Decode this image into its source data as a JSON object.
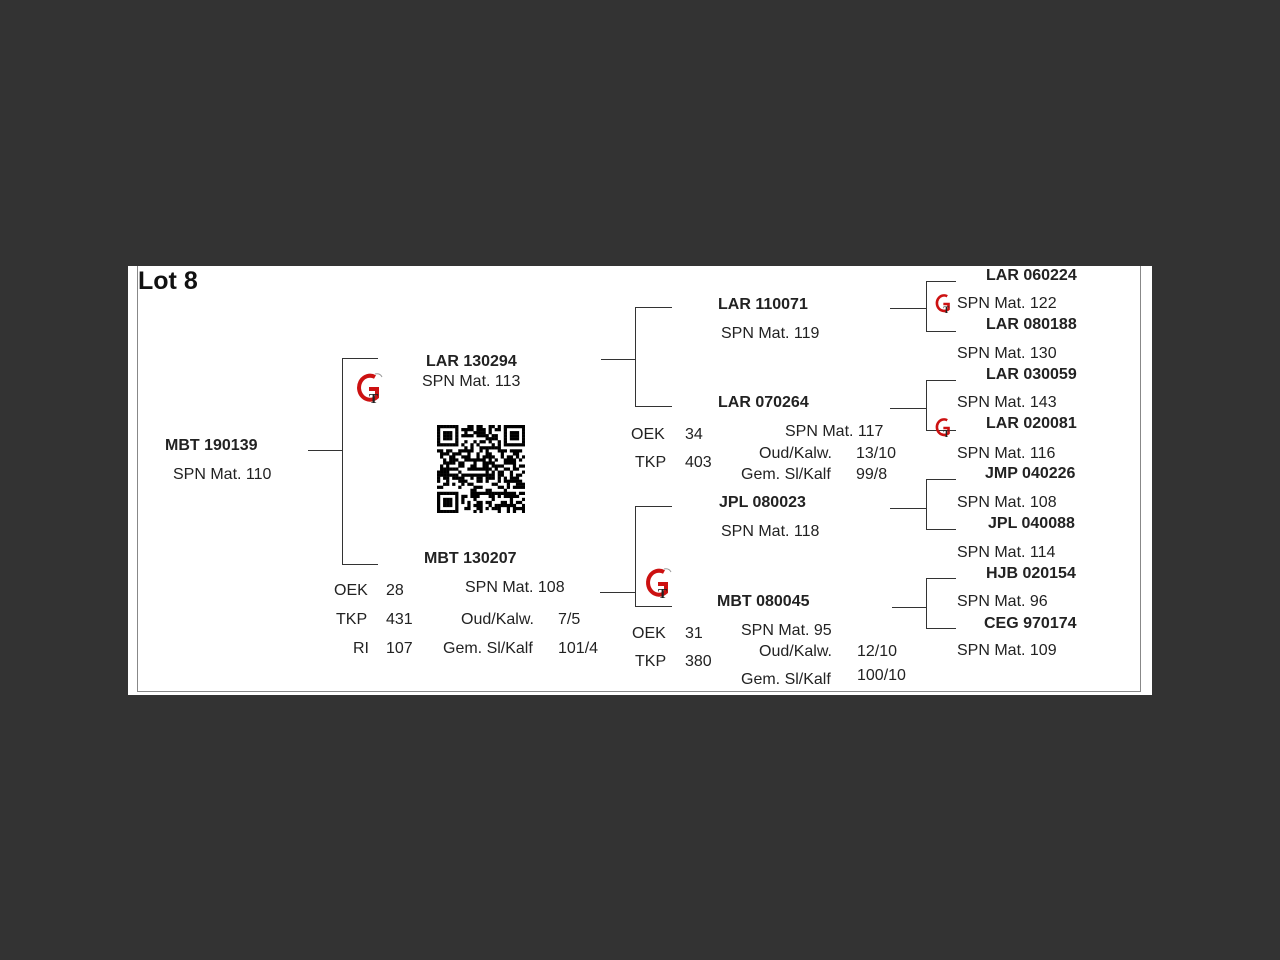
{
  "lot": {
    "title": "Lot 8"
  },
  "animal": {
    "name": "MBT 190139",
    "spn": "SPN Mat. 110"
  },
  "sire": {
    "name": "LAR 130294",
    "spn": "SPN Mat. 113"
  },
  "dam": {
    "name": "MBT 130207",
    "spn": "SPN Mat. 108",
    "oek_label": "OEK",
    "oek": "28",
    "tkp_label": "TKP",
    "tkp": "431",
    "ri_label": "RI",
    "ri": "107",
    "oud_label": "Oud/Kalw.",
    "oud": "7/5",
    "gem_label": "Gem. Sl/Kalf",
    "gem": "101/4"
  },
  "ss": {
    "name": "LAR 110071",
    "spn": "SPN Mat. 119"
  },
  "sd": {
    "name": "LAR 070264",
    "spn": "SPN Mat. 117",
    "oek_label": "OEK",
    "oek": "34",
    "tkp_label": "TKP",
    "tkp": "403",
    "oud_label": "Oud/Kalw.",
    "oud": "13/10",
    "gem_label": "Gem. Sl/Kalf",
    "gem": "99/8"
  },
  "ds": {
    "name": "JPL 080023",
    "spn": "SPN Mat. 118"
  },
  "dd": {
    "name": "MBT 080045",
    "spn": "SPN Mat. 95",
    "oek_label": "OEK",
    "oek": "31",
    "tkp_label": "TKP",
    "tkp": "380",
    "oud_label": "Oud/Kalw.",
    "oud": "12/10",
    "gem_label": "Gem. Sl/Kalf",
    "gem": "100/10"
  },
  "gen3": [
    {
      "name": "LAR 060224",
      "spn": "SPN Mat. 122"
    },
    {
      "name": "LAR 080188",
      "spn": "SPN Mat. 130"
    },
    {
      "name": "LAR 030059",
      "spn": "SPN Mat. 143"
    },
    {
      "name": "LAR 020081",
      "spn": "SPN Mat. 116"
    },
    {
      "name": "JMP 040226",
      "spn": "SPN Mat. 108"
    },
    {
      "name": "JPL 040088",
      "spn": "SPN Mat. 114"
    },
    {
      "name": "HJB 020154",
      "spn": "SPN Mat. 96"
    },
    {
      "name": "CEG 970174",
      "spn": "SPN Mat. 109"
    }
  ],
  "logo": {
    "letters": "GT",
    "color": "#cc1111"
  }
}
